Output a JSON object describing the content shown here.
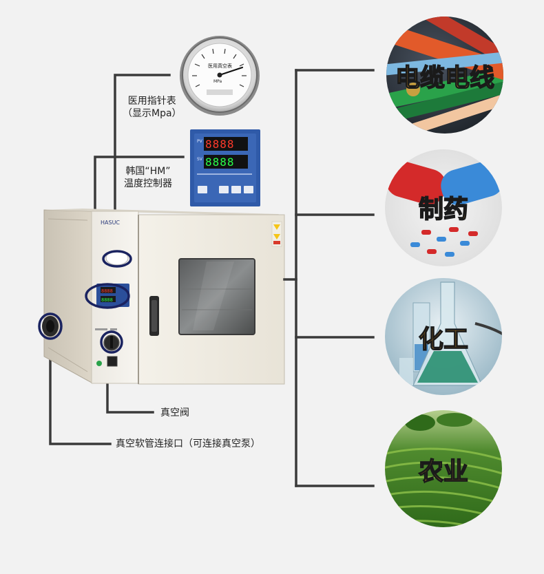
{
  "callouts": {
    "gauge": {
      "line1": "医用指针表",
      "line2": "（显示Mpa）"
    },
    "controller": {
      "line1": "韩国“HM”",
      "line2": "温度控制器"
    },
    "valve": {
      "text": "真空阀"
    },
    "hose": {
      "text": "真空软管连接口（可连接真空泵）"
    }
  },
  "device": {
    "brand": "HASUC",
    "display_top": "8888",
    "display_bottom": "8888",
    "controller_pv": "PV",
    "controller_sv": "SV"
  },
  "gauge_face": {
    "title": "医用真空表",
    "unit": "MPa"
  },
  "industries": [
    {
      "label": "电缆电线",
      "color": "#f5a623"
    },
    {
      "label": "制药",
      "color": "#f5a623"
    },
    {
      "label": "化工",
      "color": "#f5a623"
    },
    {
      "label": "农业",
      "color": "#f5a623"
    }
  ],
  "colors": {
    "line": "#3a3a3a",
    "highlight": "#1a2360"
  }
}
